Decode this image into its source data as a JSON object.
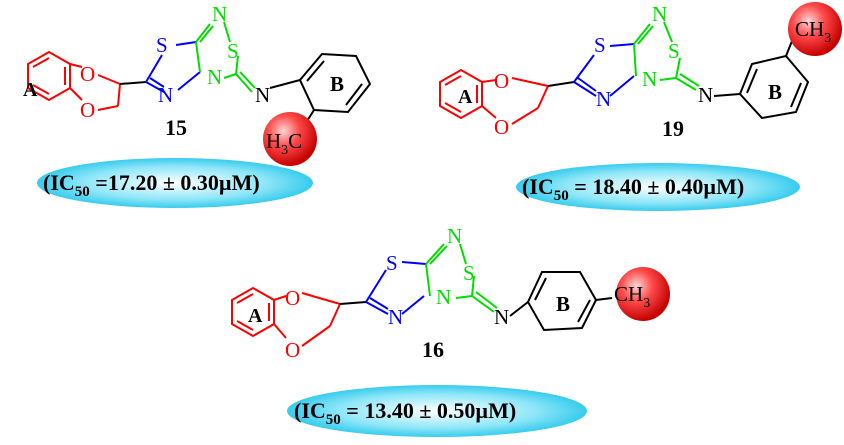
{
  "colors": {
    "ring_a": "#ff0000",
    "thiadiazole": "#0000ff",
    "thiadiazole_outer": "#00dd00",
    "ring_b": "#000000",
    "methyl_ball": "#ff3a3a",
    "ic50_ellipse": "#22c8ec"
  },
  "atoms": {
    "ring_a_label": "A",
    "ring_b_label": "B",
    "oxygen": "O",
    "sulfur": "S",
    "nitrogen": "N",
    "methyl_c": "C",
    "methyl_h": "H",
    "methyl_ch": "CH",
    "sub3": "3"
  },
  "compounds": [
    {
      "id": "15",
      "methyl_position": "ortho",
      "ic50": {
        "open": "(IC",
        "sub": "50",
        "rest": " =17.20 ± 0.30µM)"
      }
    },
    {
      "id": "19",
      "methyl_position": "meta",
      "ic50": {
        "open": "(IC",
        "sub": "50",
        "rest": " = 18.40 ± 0.40µM)"
      }
    },
    {
      "id": "16",
      "methyl_position": "para",
      "ic50": {
        "open": "(IC",
        "sub": "50",
        "rest": " = 13.40 ± 0.50µM)"
      }
    }
  ]
}
